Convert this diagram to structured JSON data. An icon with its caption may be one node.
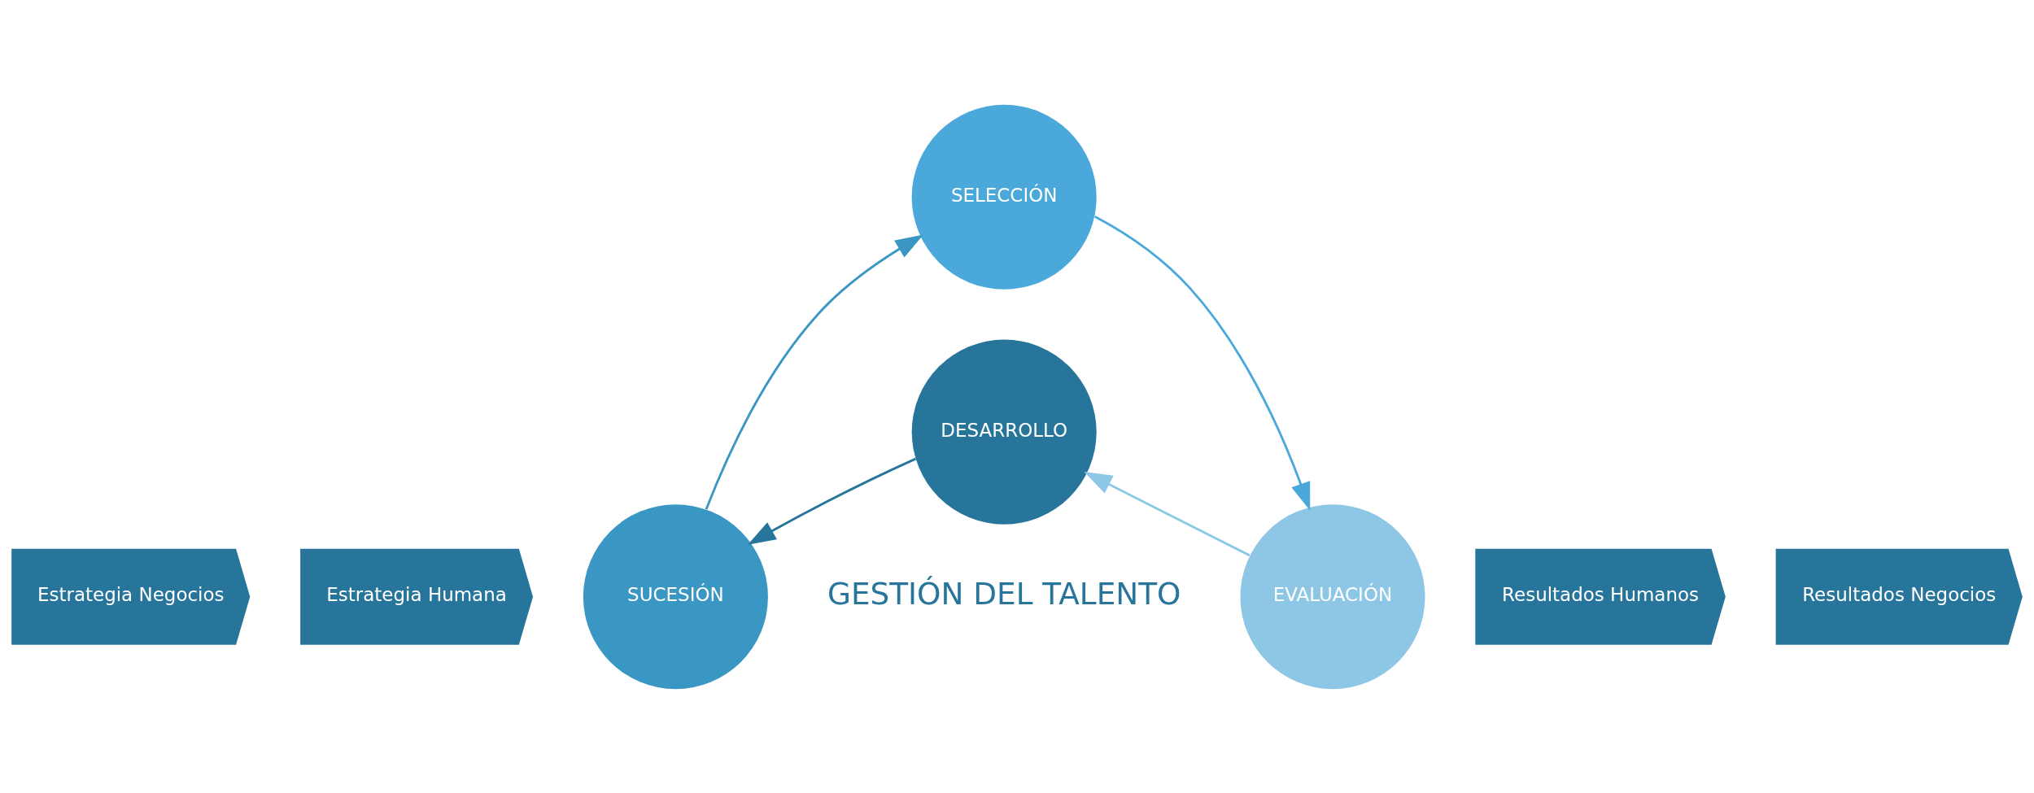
{
  "diagram": {
    "nodes": [
      {
        "text": [
          "Estrategia Negocios"
        ]
      },
      {
        "text": [
          "Estrategia Humana"
        ]
      },
      {
        "text": [
          "SUCESIÓN"
        ]
      },
      {
        "text": [
          "SELECCIÓN"
        ]
      },
      {
        "text": [
          "EVALUACIÓN"
        ]
      },
      {
        "text": [
          "DESARROLLO"
        ]
      },
      {
        "text": [
          "Resultados Humanos"
        ]
      },
      {
        "text": [
          "Resultados Negocios"
        ]
      }
    ],
    "edges": [
      {
        "from": 2,
        "to": 3,
        "arrow": "to",
        "color": "#3a96c2"
      },
      {
        "from": 3,
        "to": 4,
        "arrow": "to",
        "color": "#4aa8da"
      },
      {
        "from": 4,
        "to": 5,
        "arrow": "to",
        "color": "#8ec6e6"
      },
      {
        "from": 5,
        "to": 2,
        "arrow": "to",
        "color": "#27759a"
      }
    ],
    "labels": [
      "GESTIÓN DEL TALENTO"
    ]
  }
}
